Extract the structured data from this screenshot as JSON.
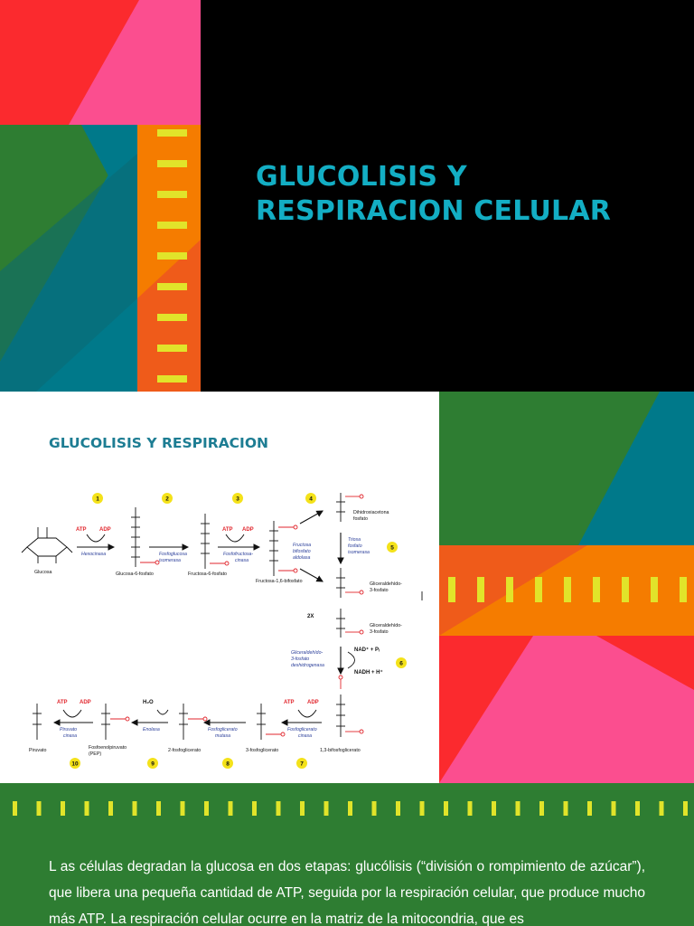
{
  "slide1": {
    "title_line1": "GLUCOLISIS Y",
    "title_line2": "RESPIRACION CELULAR"
  },
  "slide2": {
    "heading": "GLUCOLISIS Y RESPIRACION",
    "steps": [
      "1",
      "2",
      "3",
      "4",
      "5",
      "6",
      "7",
      "8",
      "9",
      "10"
    ],
    "molecules": {
      "glucosa": "Glucosa",
      "glucosa6f": "Glucosa-6-fosfato",
      "fructosa6f": "Fructosa-6-fosfato",
      "fructosa16bf": "Fructosa-1,6-bifosfato",
      "dhap_1": "Dihidroxiacetona",
      "dhap_2": "fosfato",
      "gal3p_1": "Gliceraldehído-",
      "gal3p_2": "3-fosfato",
      "gal3p_b1": "Gliceraldehído-",
      "gal3p_b2": "3-fosfato",
      "bpg": "1,3-bifosfoglicerato",
      "pg3": "3-fosfoglicerato",
      "pg2": "2-fosfoglicerato",
      "pep_1": "Fosfoenolpiruvato",
      "pep_2": "(PEP)",
      "piruvato": "Piruvato"
    },
    "enzymes": {
      "hexocinasa": "Hexocinasa",
      "fgi_1": "Fosfoglucosa",
      "fgi_2": "isomerasa",
      "pfk_1": "Fosfofructosa-",
      "pfk_2": "cinasa",
      "ald_1": "Fructosa",
      "ald_2": "bifosfato",
      "ald_3": "aldolasa",
      "tpi_1": "Triosa",
      "tpi_2": "fosfato",
      "tpi_3": "isomerasa",
      "gapdh_1": "Gliceraldehído-",
      "gapdh_2": "3-fosfato",
      "gapdh_3": "deshidrogenasa",
      "pgk_1": "Fosfoglicerato",
      "pgk_2": "cinasa",
      "pgm_1": "Fosfoglicerato",
      "pgm_2": "mutasa",
      "enolasa": "Enolasa",
      "pk_1": "Piruvato",
      "pk_2": "cinasa"
    },
    "cofactors": {
      "atp": "ATP",
      "adp": "ADP",
      "twox": "2X",
      "nad": "NAD⁺ + Pᵢ",
      "nadh": "NADH + H⁺",
      "h2o": "H₂O"
    }
  },
  "slide3": {
    "paragraph": "L as células degradan la glucosa en dos etapas: glucólisis (“división o rompimiento de azúcar”), que libera una pequeña cantidad de ATP, seguida por la respiración celular, que produce mucho más ATP. La respiración celular ocurre en la matriz de la mitocondria, que es"
  },
  "colors": {
    "red": "#fb2a2e",
    "pink": "#fb4e8f",
    "green": "#2e7d32",
    "teal": "#00798a",
    "orange": "#f57c00",
    "yellow": "#e1e42a",
    "title": "#13aec4",
    "heading": "#1d7d93"
  }
}
